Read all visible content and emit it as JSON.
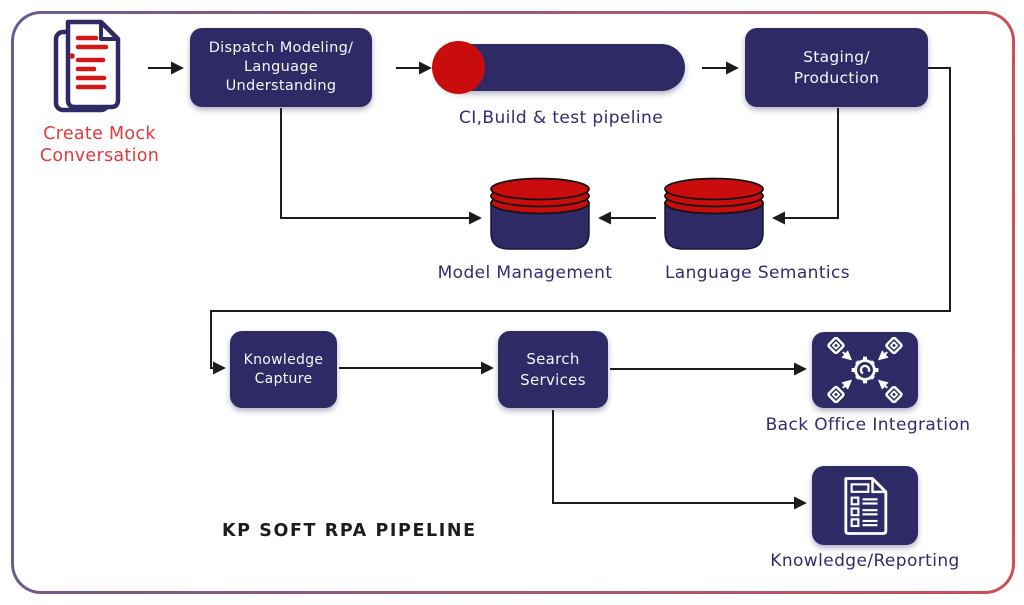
{
  "diagram": {
    "title": "KP SOFT RPA PIPELINE",
    "colors": {
      "node_navy": "#2e2a66",
      "accent_red": "#c90c0c",
      "label_navy": "#2f2c72",
      "label_red": "#e23a3c",
      "connector_black": "#1c1c1c",
      "border_gradient_left": "#6a5b8c",
      "border_gradient_right": "#cb5058"
    },
    "nodes": {
      "create_mock": {
        "line1": "Create Mock",
        "line2": "Conversation",
        "icon": "document-stack-icon"
      },
      "dispatch": {
        "line1": "Dispatch Modeling/",
        "line2": "Language",
        "line3": "Understanding"
      },
      "ci_pipeline": {
        "label": "CI,Build & test pipeline"
      },
      "staging": {
        "line1": "Staging/",
        "line2": "Production"
      },
      "model_management": {
        "label": "Model Management",
        "icon": "database-cylinder-icon"
      },
      "language_semantics": {
        "label": "Language Semantics",
        "icon": "database-cylinder-icon"
      },
      "knowledge_capture": {
        "line1": "Knowledge",
        "line2": "Capture"
      },
      "search_services": {
        "line1": "Search",
        "line2": "Services"
      },
      "back_office": {
        "label": "Back Office Integration",
        "icon": "integration-gears-icon"
      },
      "knowledge_reporting": {
        "label": "Knowledge/Reporting",
        "icon": "report-document-icon"
      }
    }
  }
}
